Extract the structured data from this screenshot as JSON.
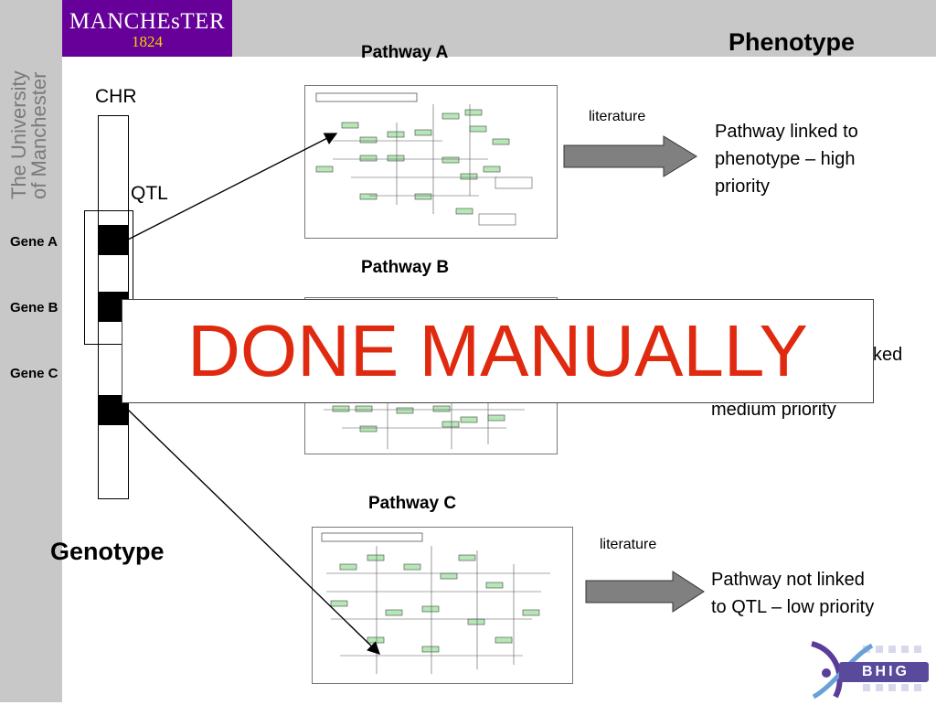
{
  "logo": {
    "line1": "MANCHEsTER",
    "line2": "1824"
  },
  "side_text": {
    "line1": "The University",
    "line2": "of Manchester"
  },
  "labels": {
    "phenotype": "Phenotype",
    "chr": "CHR",
    "qtl": "QTL",
    "gene_a": "Gene A",
    "gene_b": "Gene B",
    "gene_c": "Gene C",
    "genotype": "Genotype"
  },
  "pathways": [
    {
      "title": "Pathway A"
    },
    {
      "title": "Pathway B"
    },
    {
      "title": "Pathway C"
    }
  ],
  "arrows": [
    {
      "label": "literature",
      "outcome_line1": "Pathway linked to",
      "outcome_line2": "phenotype – high",
      "outcome_line3": "priority"
    },
    {
      "outcome_line1": "ked",
      "outcome_line2": "medium priority"
    },
    {
      "label": "literature",
      "outcome_line1": "Pathway not linked",
      "outcome_line2": "to QTL – low priority"
    }
  ],
  "overlay": {
    "text": "DONE MANUALLY",
    "color": "#e02a10"
  },
  "corner_logo": {
    "text": "BHIG"
  }
}
